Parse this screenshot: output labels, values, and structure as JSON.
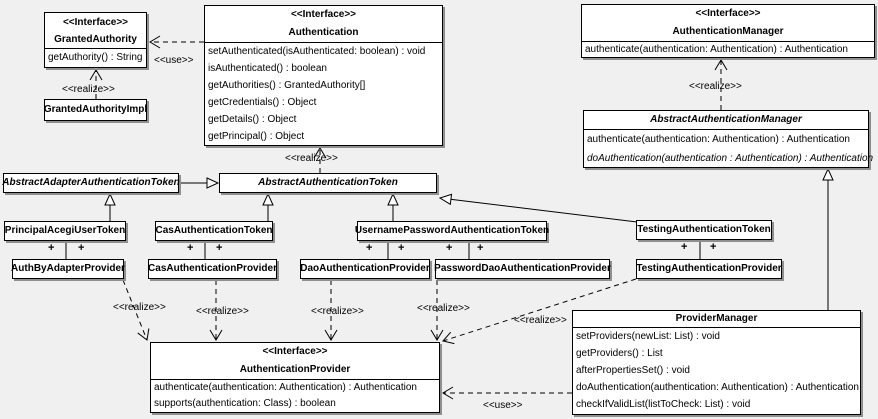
{
  "diagram_type": "uml-class-diagram",
  "colors": {
    "background": "#f0f0f0",
    "box_fill": "#ffffff",
    "border": "#000000",
    "shadow": "#8f8f8f"
  },
  "labels": {
    "realize": "<<realize>>",
    "use": "<<use>>",
    "plus": "+"
  },
  "classes": {
    "granted_authority": {
      "stereotype": "<<Interface>>",
      "name": "GrantedAuthority",
      "methods": [
        "getAuthority() : String"
      ]
    },
    "granted_authority_impl": {
      "name": "GrantedAuthorityImpl"
    },
    "authentication": {
      "stereotype": "<<Interface>>",
      "name": "Authentication",
      "methods": [
        "setAuthenticated(isAuthenticated: boolean) : void",
        "isAuthenticated() : boolean",
        "getAuthorities() : GrantedAuthority[]",
        "getCredentials() : Object",
        "getDetails() : Object",
        "getPrincipal() : Object"
      ]
    },
    "authentication_manager": {
      "stereotype": "<<Interface>>",
      "name": "AuthenticationManager",
      "methods": [
        "authenticate(authentication: Authentication) : Authentication"
      ]
    },
    "abstract_authentication_manager": {
      "name": "AbstractAuthenticationManager",
      "abstract": true,
      "methods": [
        "authenticate(authentication: Authentication) : Authentication",
        "doAuthentication(authentication : Authentication) : Authentication"
      ]
    },
    "abstract_adapter_authentication_token": {
      "name": "AbstractAdapterAuthenticationToken",
      "abstract": true
    },
    "abstract_authentication_token": {
      "name": "AbstractAuthenticationToken",
      "abstract": true
    },
    "principal_acegi_user_token": {
      "name": "PrincipalAcegiUserToken"
    },
    "cas_authentication_token": {
      "name": "CasAuthenticationToken"
    },
    "username_password_authentication_token": {
      "name": "UsernamePasswordAuthenticationToken"
    },
    "testing_authentication_token": {
      "name": "TestingAuthenticationToken"
    },
    "auth_by_adapter_provider": {
      "name": "AuthByAdapterProvider"
    },
    "cas_authentication_provider": {
      "name": "CasAuthenticationProvider"
    },
    "dao_authentication_provider": {
      "name": "DaoAuthenticationProvider"
    },
    "password_dao_authentication_provider": {
      "name": "PasswordDaoAuthenticationProvider"
    },
    "testing_authentication_provider": {
      "name": "TestingAuthenticationProvider"
    },
    "authentication_provider": {
      "stereotype": "<<Interface>>",
      "name": "AuthenticationProvider",
      "methods": [
        "authenticate(authentication: Authentication) : Authentication",
        "supports(authentication: Class) : boolean"
      ]
    },
    "provider_manager": {
      "name": "ProviderManager",
      "methods": [
        "setProviders(newList: List) : void",
        "getProviders() : List",
        "afterPropertiesSet() : void",
        "doAuthentication(authentication: Authentication) : Authentication",
        "checkIfValidList(listToCheck: List) : void"
      ]
    }
  },
  "relationships": [
    {
      "type": "use",
      "from": "Authentication",
      "to": "GrantedAuthority",
      "label": "<<use>>"
    },
    {
      "type": "realize",
      "from": "GrantedAuthorityImpl",
      "to": "GrantedAuthority",
      "label": "<<realize>>"
    },
    {
      "type": "realize",
      "from": "AbstractAuthenticationToken",
      "to": "Authentication",
      "label": "<<realize>>"
    },
    {
      "type": "realize",
      "from": "AbstractAuthenticationManager",
      "to": "AuthenticationManager",
      "label": "<<realize>>"
    },
    {
      "type": "generalization",
      "from": "AbstractAdapterAuthenticationToken",
      "to": "AbstractAuthenticationToken"
    },
    {
      "type": "generalization",
      "from": "PrincipalAcegiUserToken",
      "to": "AbstractAdapterAuthenticationToken"
    },
    {
      "type": "generalization",
      "from": "CasAuthenticationToken",
      "to": "AbstractAuthenticationToken"
    },
    {
      "type": "generalization",
      "from": "UsernamePasswordAuthenticationToken",
      "to": "AbstractAuthenticationToken"
    },
    {
      "type": "generalization",
      "from": "TestingAuthenticationToken",
      "to": "AbstractAuthenticationToken"
    },
    {
      "type": "generalization",
      "from": "ProviderManager",
      "to": "AbstractAuthenticationManager"
    },
    {
      "type": "association",
      "from": "PrincipalAcegiUserToken",
      "to": "AuthByAdapterProvider",
      "end_labels": [
        "+",
        "+"
      ]
    },
    {
      "type": "association",
      "from": "CasAuthenticationToken",
      "to": "CasAuthenticationProvider",
      "end_labels": [
        "+",
        "+"
      ]
    },
    {
      "type": "association",
      "from": "UsernamePasswordAuthenticationToken",
      "to": "DaoAuthenticationProvider",
      "end_labels": [
        "+",
        "+"
      ]
    },
    {
      "type": "association",
      "from": "UsernamePasswordAuthenticationToken",
      "to": "PasswordDaoAuthenticationProvider",
      "end_labels": [
        "+",
        "+"
      ]
    },
    {
      "type": "association",
      "from": "TestingAuthenticationToken",
      "to": "TestingAuthenticationProvider",
      "end_labels": [
        "+",
        "+"
      ]
    },
    {
      "type": "realize",
      "from": "AuthByAdapterProvider",
      "to": "AuthenticationProvider",
      "label": "<<realize>>"
    },
    {
      "type": "realize",
      "from": "CasAuthenticationProvider",
      "to": "AuthenticationProvider",
      "label": "<<realize>>"
    },
    {
      "type": "realize",
      "from": "DaoAuthenticationProvider",
      "to": "AuthenticationProvider",
      "label": "<<realize>>"
    },
    {
      "type": "realize",
      "from": "PasswordDaoAuthenticationProvider",
      "to": "AuthenticationProvider",
      "label": "<<realize>>"
    },
    {
      "type": "realize",
      "from": "TestingAuthenticationProvider",
      "to": "AuthenticationProvider",
      "label": "<<realize>>"
    },
    {
      "type": "use",
      "from": "ProviderManager",
      "to": "AuthenticationProvider",
      "label": "<<use>>"
    }
  ]
}
